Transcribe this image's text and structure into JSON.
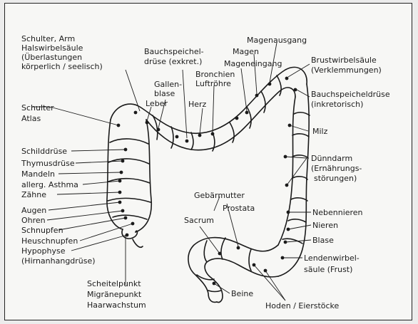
{
  "labels": {
    "schulter_arm": "Schulter, Arm",
    "halswirbelsaeule": "Halswirbelsäule",
    "ueberlastungen": "(Überlastungen",
    "koerperlich_seelisch": "körperlich / seelisch)",
    "bauchspeichel": "Bauchspeichel-",
    "druese_exkret": "drüse (exkret.)",
    "magenausgang": "Magenausgang",
    "magen": "Magen",
    "mageneingang": "Mageneingang",
    "brustwirbelsaeule": "Brustwirbelsäule",
    "verklemmungen": "(Verklemmungen)",
    "bronchien": "Bronchien",
    "luftroehre": "Luftröhre",
    "gallen": "Gallen-",
    "blase_galle": "blase",
    "leber": "Leber",
    "herz": "Herz",
    "bauchspeicheldruese": "Bauchspeicheldrüse",
    "inkretorisch": "(inkretorisch)",
    "schulter": "Schulter",
    "atlas": "Atlas",
    "milz": "Milz",
    "schilddruese": "Schilddrüse",
    "thymusdruese": "Thymusdrüse",
    "mandeln": "Mandeln",
    "allerg_asthma": "allerg. Asthma",
    "zaehne": "Zähne",
    "duenndarm": "Dünndarm",
    "ernaehrungs": "(Ernährungs-",
    "stoerungen": "störungen)",
    "augen": "Augen",
    "ohren": "Ohren",
    "schnupfen": "Schnupfen",
    "heuschnupfen": "Heuschnupfen",
    "hypophyse": "Hypophyse",
    "hirnanhangdruese": "(Hirnanhangdrüse)",
    "gebaermutter": "Gebärmutter",
    "prostata": "Prostata",
    "sacrum": "Sacrum",
    "nebennieren": "Nebennieren",
    "nieren": "Nieren",
    "blase": "Blase",
    "lendenwirbel": "Lendenwirbel-",
    "saeule_frust": "säule (Frust)",
    "scheitelpunkt": "Scheitelpunkt",
    "migraenepunkt": "Migränepunkt",
    "haarwachstum": "Haarwachstum",
    "beine": "Beine",
    "hoden_eierstoecke": "Hoden / Eierstöcke"
  }
}
